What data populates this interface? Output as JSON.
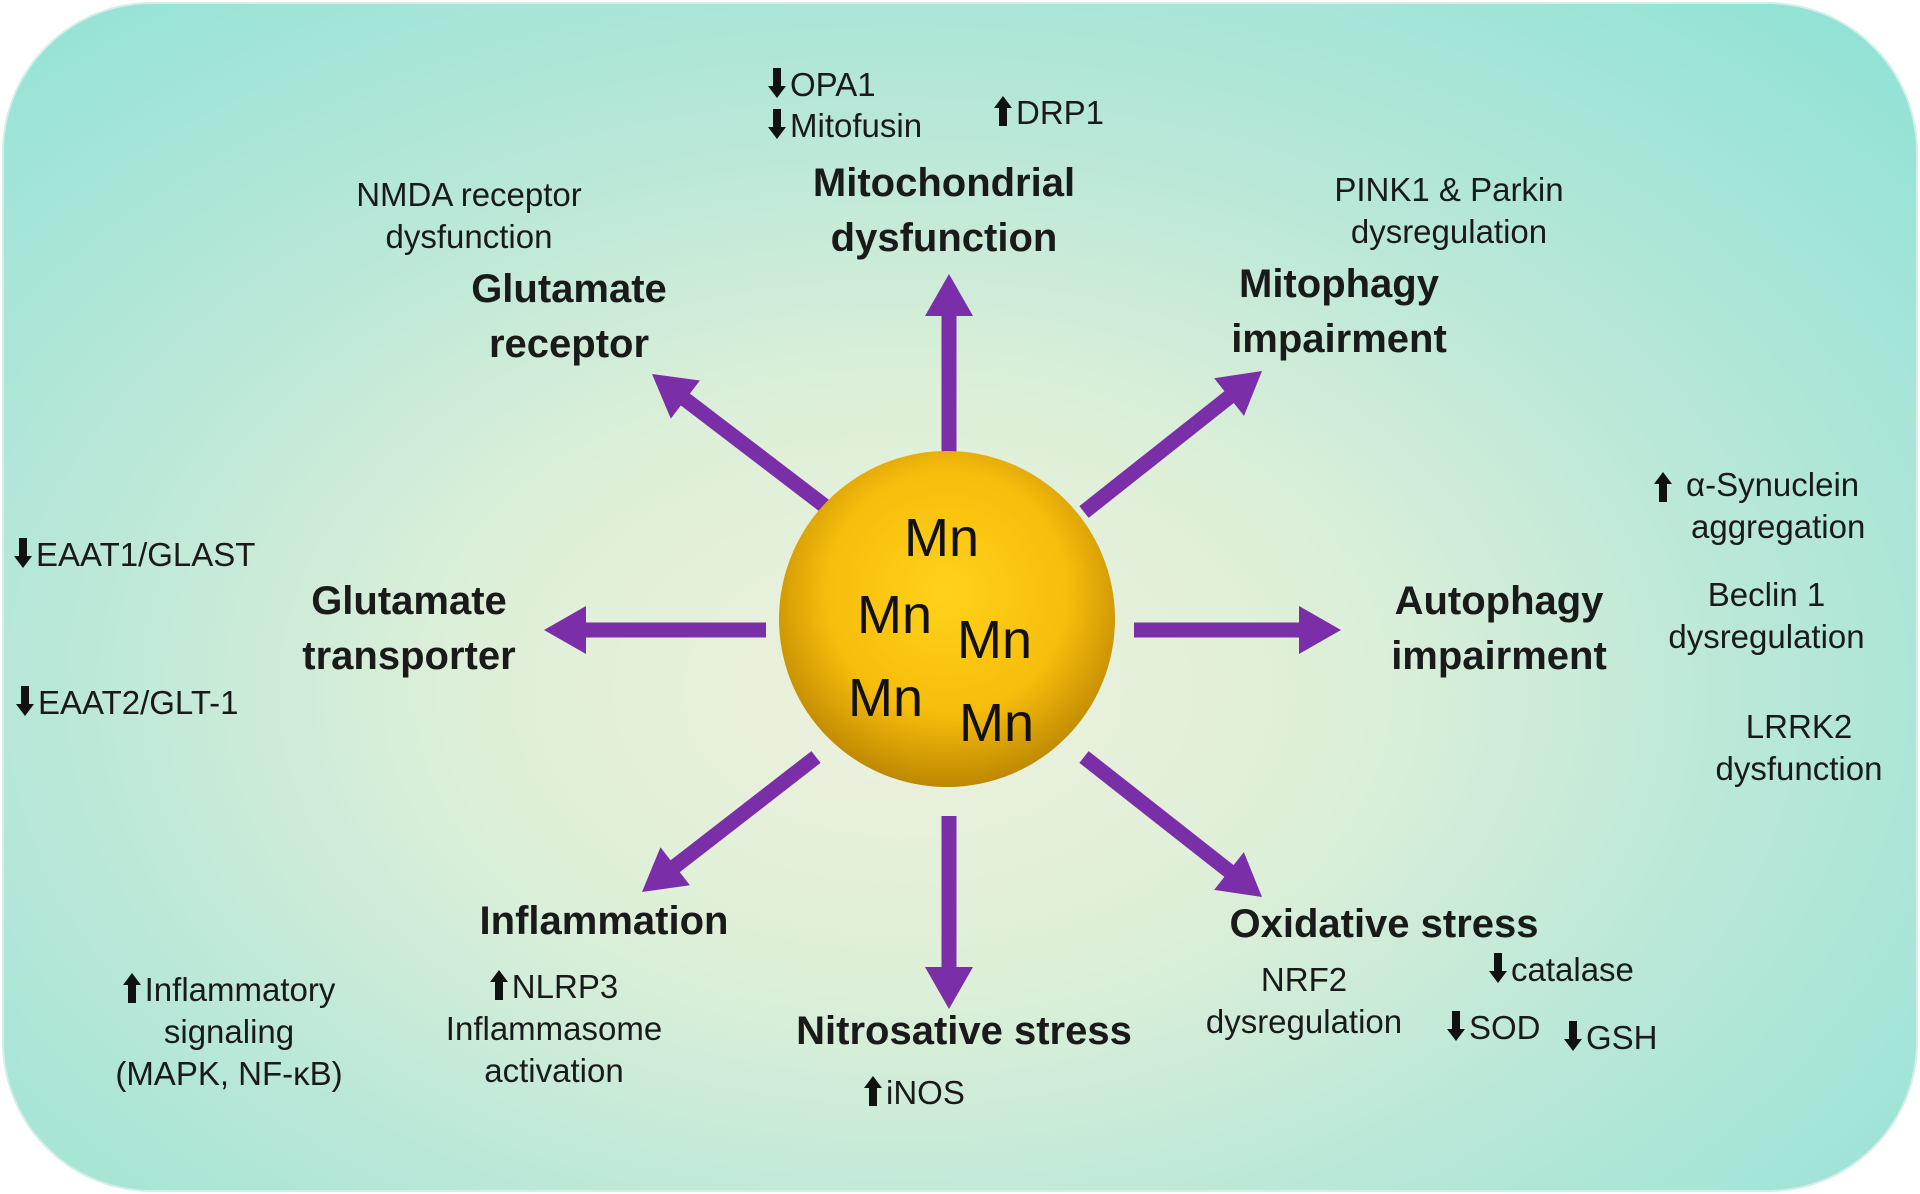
{
  "center": {
    "labels": [
      "Mn",
      "Mn",
      "Mn",
      "Mn",
      "Mn"
    ],
    "color": "#f5b800"
  },
  "arrow_color": "#7a2fa8",
  "nodes": {
    "mito": {
      "title": [
        "Mitochondrial",
        "dysfunction"
      ],
      "items": [
        "OPA1",
        "Mitofusin",
        "DRP1"
      ]
    },
    "glurec": {
      "title": [
        "Glutamate",
        "receptor"
      ],
      "note": [
        "NMDA receptor",
        "dysfunction"
      ]
    },
    "mitophagy": {
      "title": [
        "Mitophagy",
        "impairment"
      ],
      "note": [
        "PINK1 & Parkin",
        "dysregulation"
      ]
    },
    "glutrans": {
      "title": [
        "Glutamate",
        "transporter"
      ],
      "items": [
        "EAAT1/GLAST",
        "EAAT2/GLT-1"
      ]
    },
    "autophagy": {
      "title": [
        "Autophagy",
        "impairment"
      ],
      "syn": [
        "α-Synuclein",
        "aggregation"
      ],
      "beclin": [
        "Beclin 1",
        "dysregulation"
      ],
      "lrrk2": [
        "LRRK2",
        "dysfunction"
      ]
    },
    "inflam": {
      "title": "Inflammation",
      "signal": [
        "Inflammatory",
        "signaling",
        "(MAPK, NF-κB)"
      ],
      "nlrp3": [
        "NLRP3",
        "Inflammasome",
        "activation"
      ]
    },
    "nitro": {
      "title": "Nitrosative stress",
      "items": [
        "iNOS"
      ]
    },
    "oxid": {
      "title": "Oxidative stress",
      "nrf2": [
        "NRF2",
        "dysregulation"
      ],
      "items": [
        "catalase",
        "SOD",
        "GSH"
      ]
    }
  }
}
